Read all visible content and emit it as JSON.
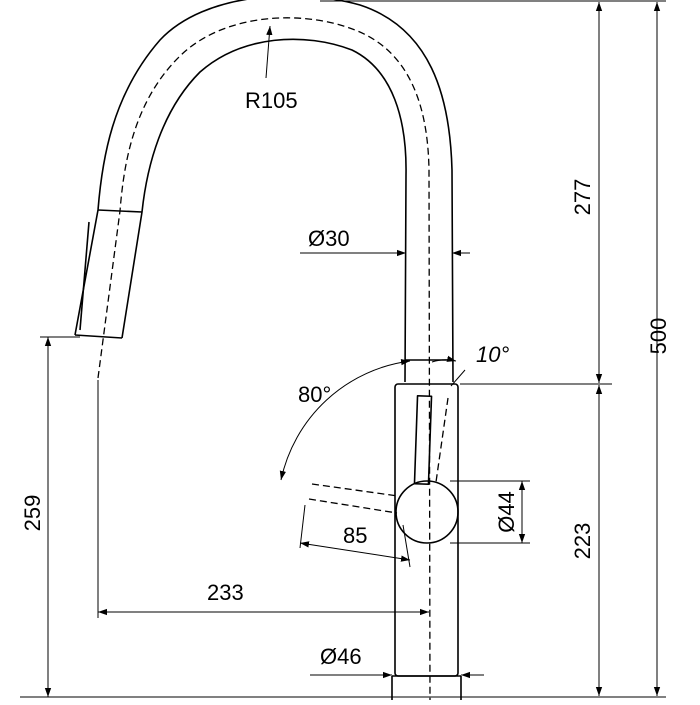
{
  "dimensions": {
    "radius": "R105",
    "spout_diameter": "Ø30",
    "swivel_angle": "10°",
    "lever_angle": "80°",
    "lever_length": "85",
    "handle_diameter": "Ø44",
    "reach": "233",
    "base_diameter": "Ø46",
    "spout_tip_height": "259",
    "upper_height": "277",
    "lower_height": "223",
    "total_height": "500"
  },
  "colors": {
    "line": "#000000",
    "background": "#ffffff"
  }
}
